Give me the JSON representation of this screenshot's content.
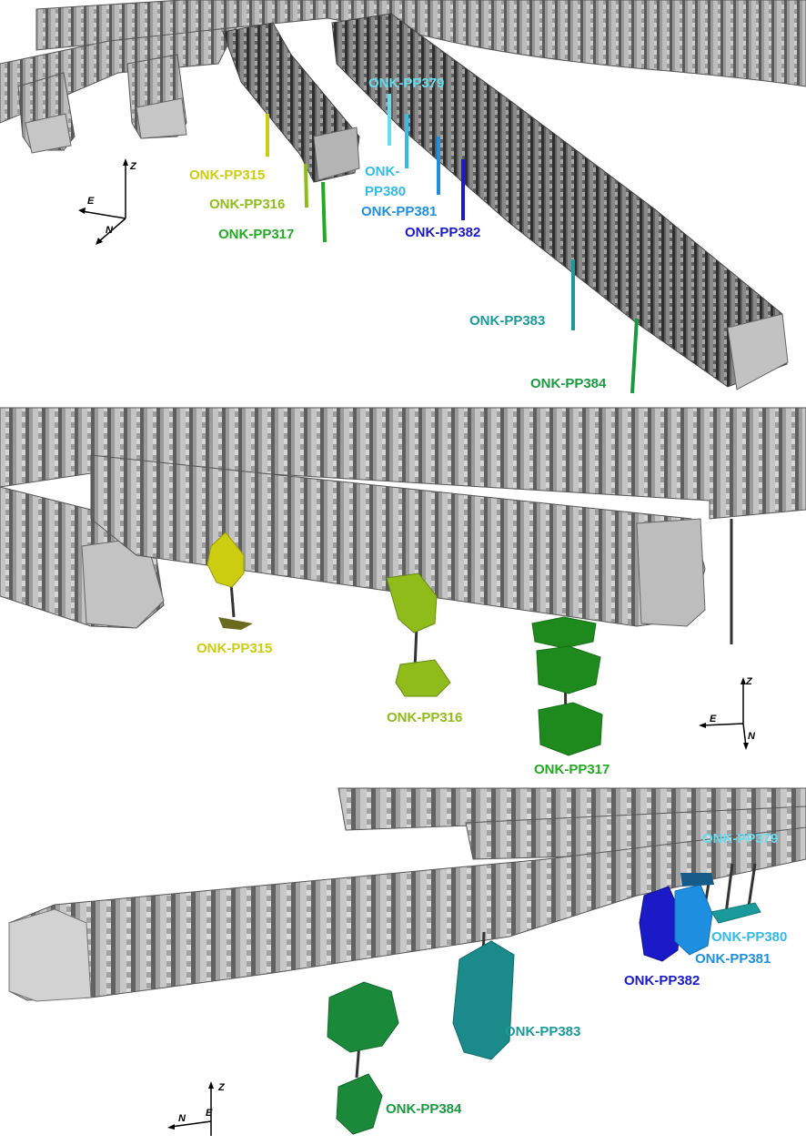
{
  "colors": {
    "tunnel_light": "#b9b9b9",
    "tunnel_mid": "#8e8e8e",
    "tunnel_dark": "#4a4a4a",
    "pp315": "#cccc10",
    "pp316": "#8fbc1a",
    "pp317": "#22aa22",
    "pp379": "#66ddee",
    "pp380": "#33bbe8",
    "pp381": "#1e8fe0",
    "pp382": "#1a1ac8",
    "pp383": "#1a9a9a",
    "pp384": "#1a9a40"
  },
  "panel_top": {
    "labels": {
      "pp315": "ONK-PP315",
      "pp316": "ONK-PP316",
      "pp317": "ONK-PP317",
      "pp379": "ONK-PP379",
      "pp380_line1": "ONK-",
      "pp380_line2": "PP380",
      "pp381": "ONK-PP381",
      "pp382": "ONK-PP382",
      "pp383": "ONK-PP383",
      "pp384": "ONK-PP384"
    },
    "axes": {
      "z": "Z",
      "e": "E",
      "n": "N"
    }
  },
  "panel_middle": {
    "labels": {
      "pp315": "ONK-PP315",
      "pp316": "ONK-PP316",
      "pp317": "ONK-PP317"
    },
    "axes": {
      "z": "Z",
      "e": "E",
      "n": "N"
    }
  },
  "panel_bottom": {
    "labels": {
      "pp379": "ONK-PP379",
      "pp380": "ONK-PP380",
      "pp381": "ONK-PP381",
      "pp382": "ONK-PP382",
      "pp383": "ONK-PP383",
      "pp384": "ONK-PP384"
    },
    "axes": {
      "z": "Z",
      "e": "E",
      "n": "N"
    }
  }
}
